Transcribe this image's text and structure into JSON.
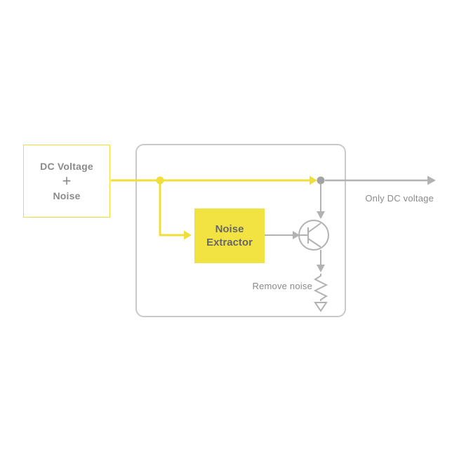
{
  "colors": {
    "yellow": "#f0df3a",
    "yellow_fill": "#f3e342",
    "gray_line": "#b2b2b2",
    "gray_dot": "#a3a3a3",
    "border_gray": "#c9c9c9",
    "text_gray": "#8a8a8a",
    "text_dark": "#686868"
  },
  "source_box": {
    "line1": "DC Voltage",
    "operator": "+",
    "line2": "Noise"
  },
  "extractor": {
    "line1": "Noise",
    "line2": "Extractor"
  },
  "labels": {
    "output": "Only DC voltage",
    "remove_noise": "Remove noise"
  },
  "icons": {
    "transistor": "transistor-icon",
    "resistor": "resistor-zigzag-icon",
    "ground": "open-arrow-down-icon",
    "junction": "junction-dot",
    "arrows": "arrowhead-icon"
  }
}
